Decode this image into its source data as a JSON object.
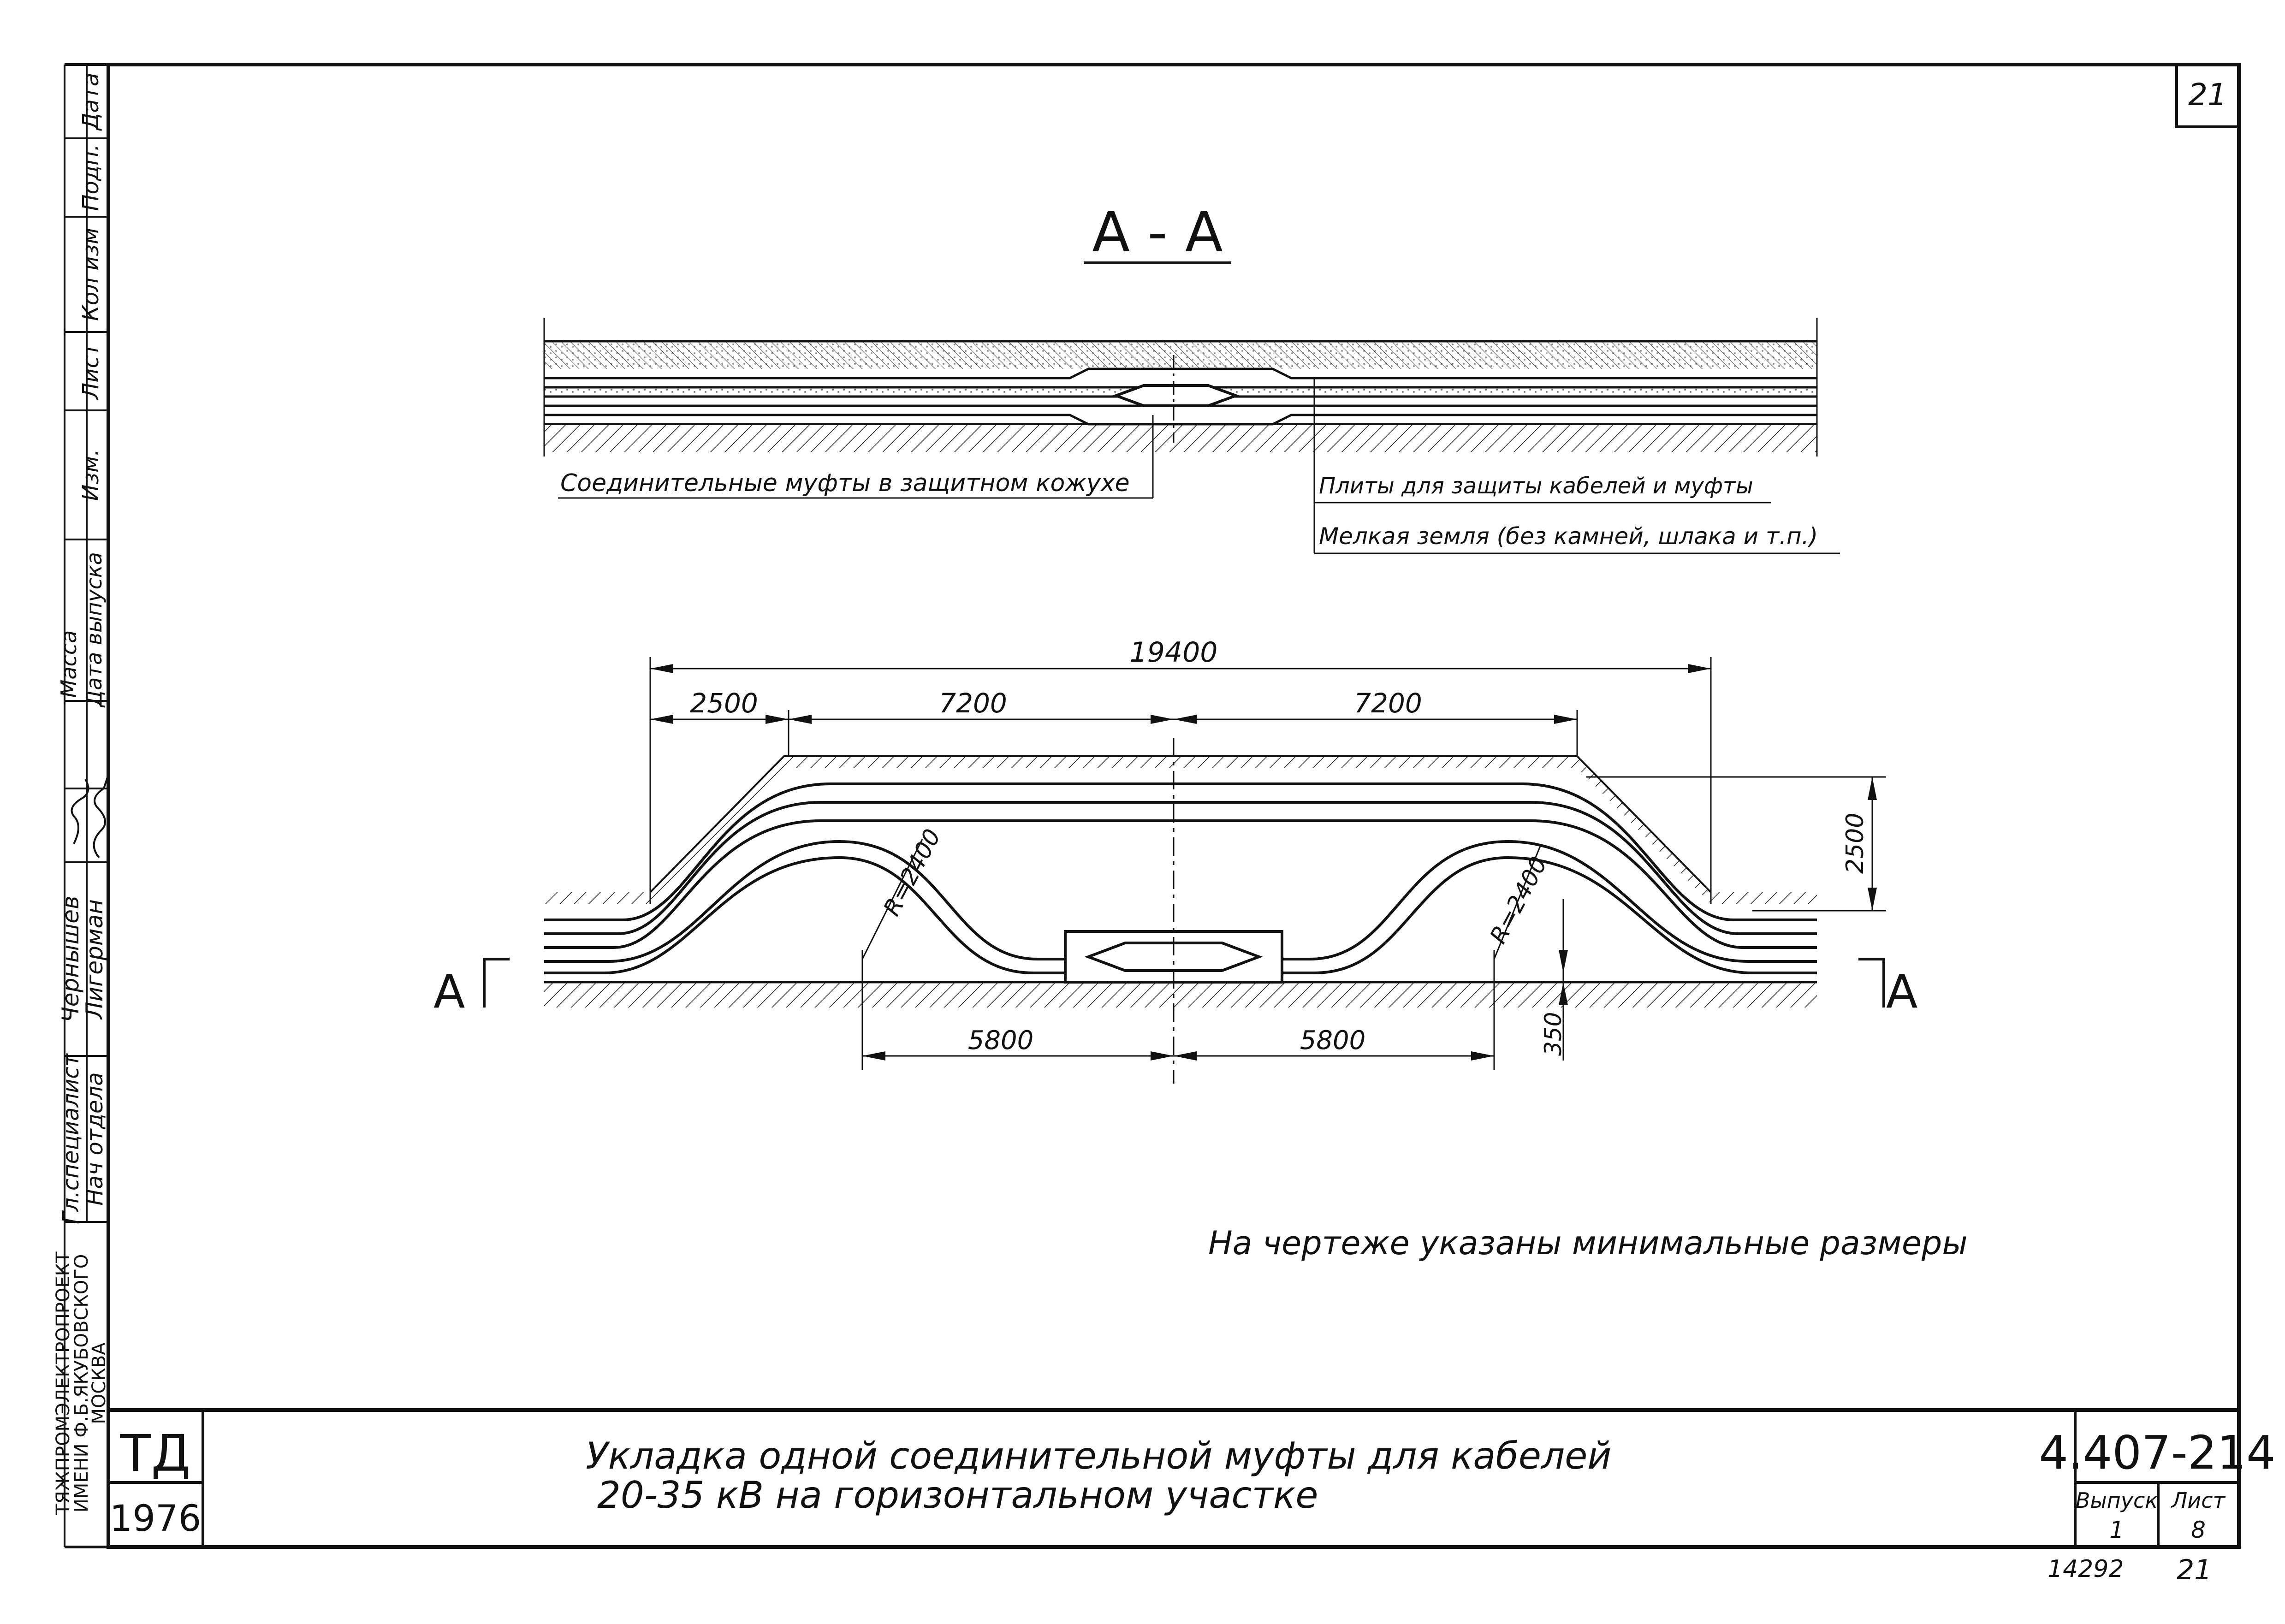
{
  "sheet": {
    "page_number": "21",
    "bottom_number_left": "14292",
    "bottom_number_right": "21"
  },
  "section": {
    "title": "А - А",
    "labels": {
      "couplings": "Соединительные муфты в защитном кожухе",
      "plates": "Плиты для защиты кабелей и муфты",
      "fine_soil": "Мелкая земля (без камней, шлака и т.п.)"
    }
  },
  "plan": {
    "dims": {
      "overall": "19400",
      "left_edge": "2500",
      "left_half": "7200",
      "right_half": "7200",
      "height": "2500",
      "bottom_left": "5800",
      "bottom_right": "5800",
      "offset": "350",
      "radius_left": "R=2400",
      "radius_right": "R=2400"
    },
    "section_mark_left": "А",
    "section_mark_right": "А"
  },
  "note": "На чертеже указаны минимальные размеры",
  "side_table": {
    "col_headers": [
      "Изм.",
      "Лист",
      "Кол изм",
      "Подп.",
      "Дата"
    ],
    "roles": [
      "Гл.специалист",
      "Нач отдела"
    ],
    "names": [
      "Чернышев",
      "Лигерман"
    ],
    "mass_label": "Масса",
    "date_label": "Дата выпуска",
    "org": [
      "ТЯЖПРОМЭЛЕКТРОПРОЕКТ",
      "ИМЕНИ Ф.Б.ЯКУБОВСКОГО",
      "МОСКВА"
    ]
  },
  "title_block": {
    "stamp": "ТД",
    "year": "1976",
    "title_line1": "Укладка одной соединительной муфты для кабелей",
    "title_line2": "20-35 кВ на горизонтальном участке",
    "doc_number": "4.407-214",
    "issue_label": "Выпуск",
    "issue_value": "1",
    "sheet_label": "Лист",
    "sheet_value": "8"
  },
  "colors": {
    "ink": "#111111",
    "paper": "#ffffff"
  }
}
